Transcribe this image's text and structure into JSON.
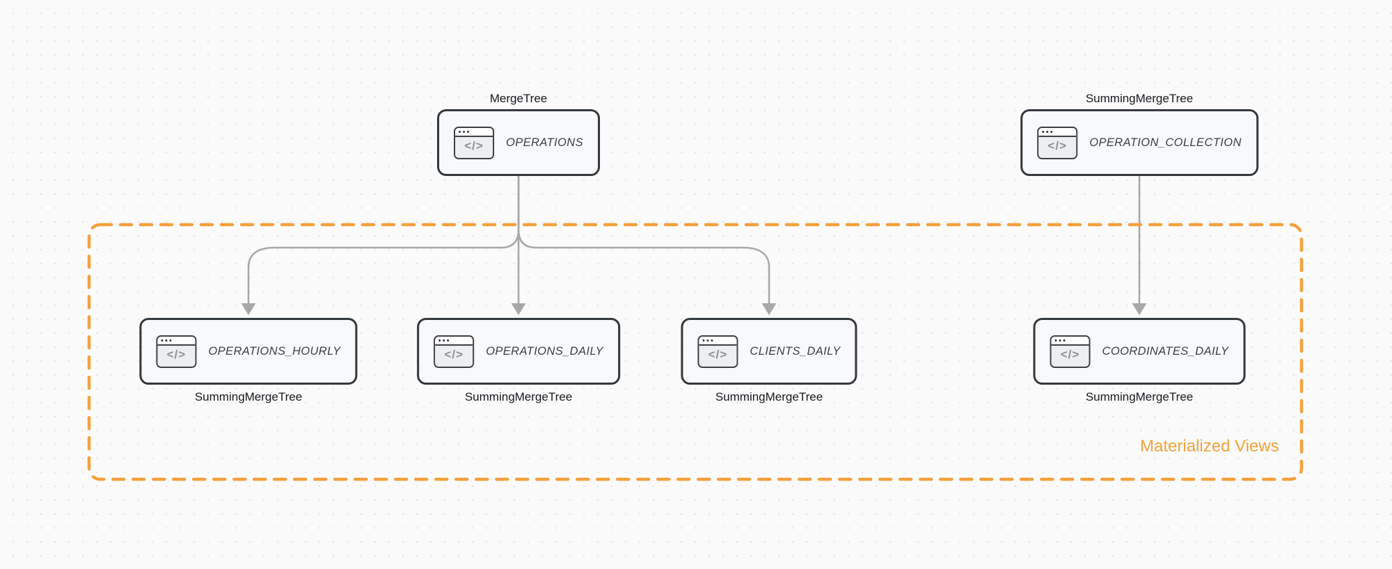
{
  "group": {
    "label": "Materialized Views"
  },
  "icon_glyph": "</>",
  "nodes": [
    {
      "id": "operations",
      "table": "OPERATIONS",
      "engine": "MergeTree",
      "engine_position": "top"
    },
    {
      "id": "operation-collection",
      "table": "OPERATION_COLLECTION",
      "engine": "SummingMergeTree",
      "engine_position": "top"
    },
    {
      "id": "operations-hourly",
      "table": "OPERATIONS_HOURLY",
      "engine": "SummingMergeTree",
      "engine_position": "bottom"
    },
    {
      "id": "operations-daily",
      "table": "OPERATIONS_DAILY",
      "engine": "SummingMergeTree",
      "engine_position": "bottom"
    },
    {
      "id": "clients-daily",
      "table": "CLIENTS_DAILY",
      "engine": "SummingMergeTree",
      "engine_position": "bottom"
    },
    {
      "id": "coordinates-daily",
      "table": "COORDINATES_DAILY",
      "engine": "SummingMergeTree",
      "engine_position": "bottom"
    }
  ],
  "edges": [
    {
      "from": "OPERATIONS",
      "to": "OPERATIONS_HOURLY"
    },
    {
      "from": "OPERATIONS",
      "to": "OPERATIONS_DAILY"
    },
    {
      "from": "OPERATIONS",
      "to": "CLIENTS_DAILY"
    },
    {
      "from": "OPERATION_COLLECTION",
      "to": "COORDINATES_DAILY"
    }
  ],
  "colors": {
    "accent_orange": "#F6A13C",
    "node_border": "#33383D",
    "node_fill": "#F8F9FA",
    "arrow_gray": "#A8A8A8",
    "background": "#FBFBFB"
  }
}
